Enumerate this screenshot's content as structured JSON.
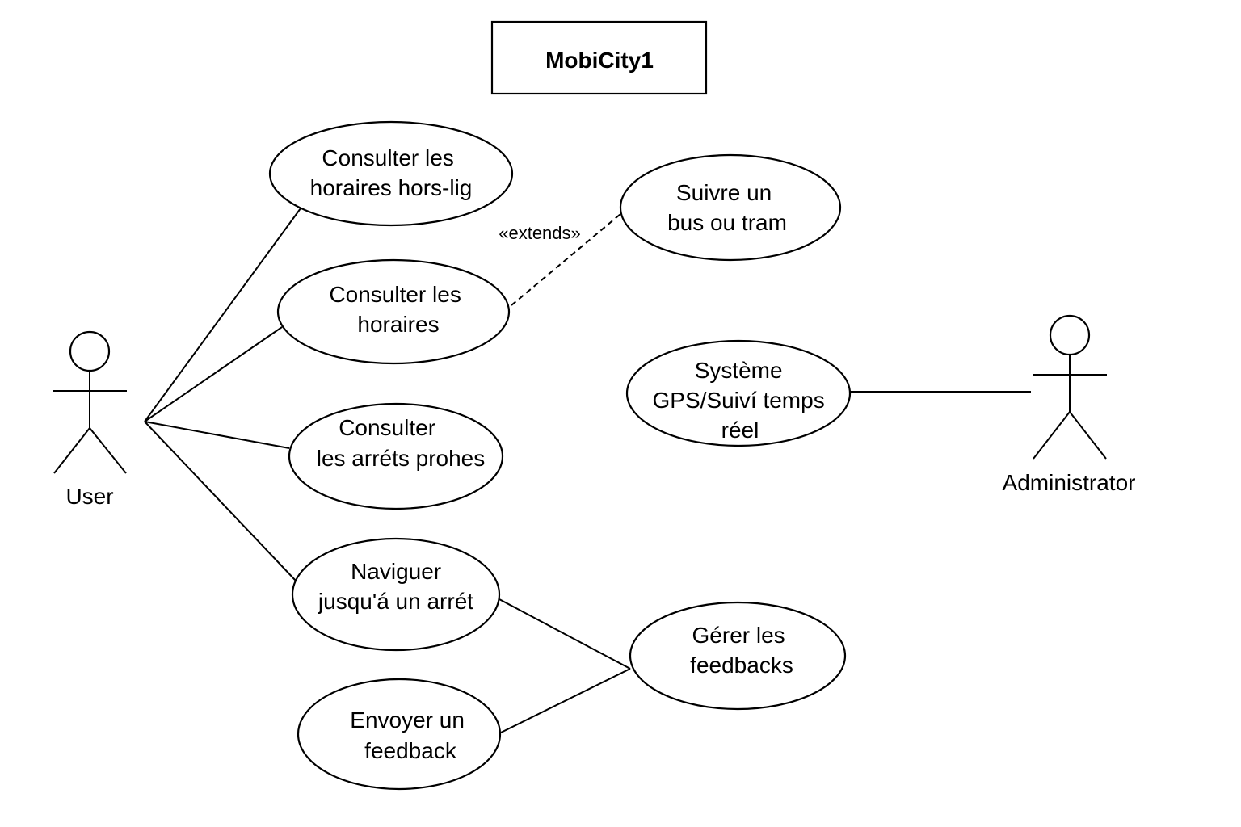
{
  "system": {
    "title": "MobiCity1"
  },
  "actors": {
    "user": {
      "label": "User"
    },
    "admin": {
      "label": "Administrator"
    }
  },
  "use_cases": {
    "offline": {
      "lines": [
        "Consulter les",
        "horaires hors-lig"
      ]
    },
    "schedules": {
      "lines": [
        "Consulter les",
        "horaires"
      ]
    },
    "stops": {
      "lines": [
        "Consulter",
        "les arréts prohes"
      ]
    },
    "navigate": {
      "lines": [
        "Naviguer",
        "jusqu'á un arrét"
      ]
    },
    "send_feedback": {
      "lines": [
        "Envoyer un",
        "feedback"
      ]
    },
    "follow": {
      "lines": [
        "Suivre un",
        "bus ou tram"
      ]
    },
    "gps": {
      "lines": [
        "Système",
        "GPS/Suiví temps",
        "réel"
      ]
    },
    "manage_feedback": {
      "lines": [
        "Gérer les",
        "feedbacks"
      ]
    }
  },
  "relations": {
    "extends_label": "«extends»"
  }
}
